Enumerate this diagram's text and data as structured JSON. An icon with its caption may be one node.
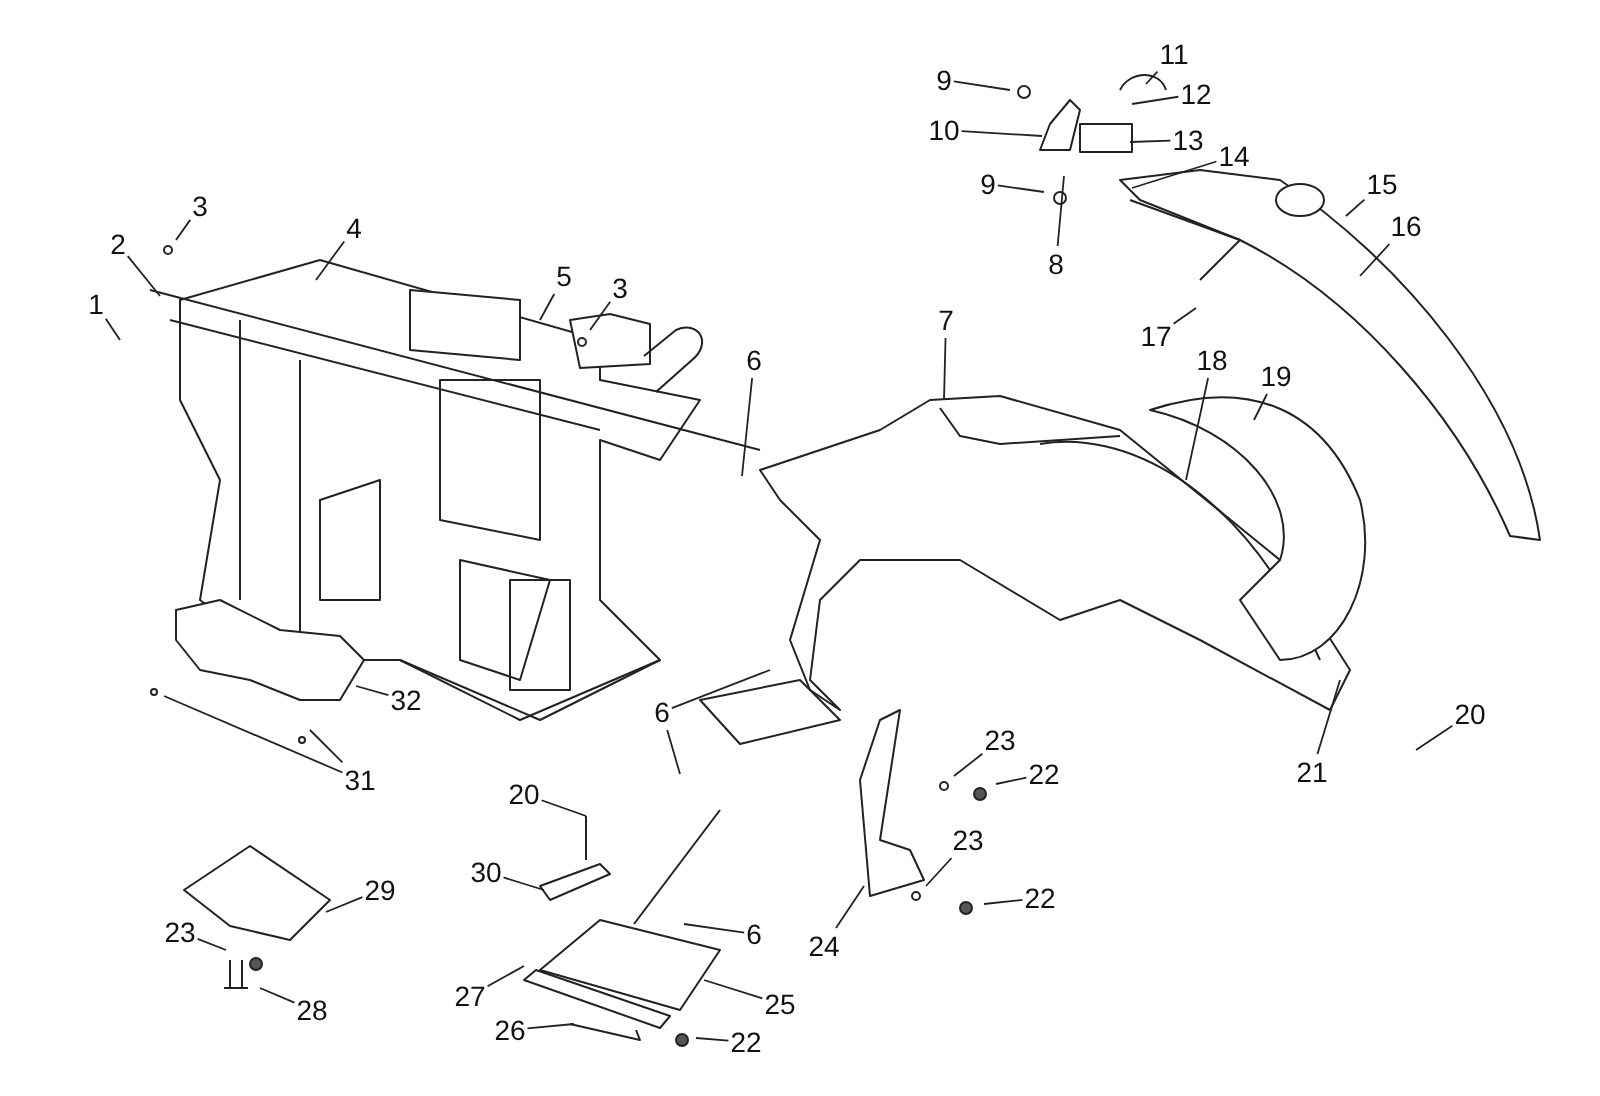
{
  "diagram": {
    "nodes": [
      {
        "text": [
          "1"
        ]
      },
      {
        "text": [
          "2"
        ]
      },
      {
        "text": [
          "3"
        ]
      },
      {
        "text": [
          "4"
        ]
      },
      {
        "text": [
          "5"
        ]
      },
      {
        "text": [
          "3"
        ]
      },
      {
        "text": [
          "6"
        ]
      },
      {
        "text": [
          "7"
        ]
      },
      {
        "text": [
          "9"
        ]
      },
      {
        "text": [
          "10"
        ]
      },
      {
        "text": [
          "9"
        ]
      },
      {
        "text": [
          "8"
        ]
      },
      {
        "text": [
          "11"
        ]
      },
      {
        "text": [
          "12"
        ]
      },
      {
        "text": [
          "13"
        ]
      },
      {
        "text": [
          "14"
        ]
      },
      {
        "text": [
          "15"
        ]
      },
      {
        "text": [
          "16"
        ]
      },
      {
        "text": [
          "17"
        ]
      },
      {
        "text": [
          "18"
        ]
      },
      {
        "text": [
          "19"
        ]
      },
      {
        "text": [
          "32"
        ]
      },
      {
        "text": [
          "6"
        ]
      },
      {
        "text": [
          "20"
        ]
      },
      {
        "text": [
          "23"
        ]
      },
      {
        "text": [
          "21"
        ]
      },
      {
        "text": [
          "31"
        ]
      },
      {
        "text": [
          "22"
        ]
      },
      {
        "text": [
          "20"
        ]
      },
      {
        "text": [
          "23"
        ]
      },
      {
        "text": [
          "30"
        ]
      },
      {
        "text": [
          "29"
        ]
      },
      {
        "text": [
          "22"
        ]
      },
      {
        "text": [
          "23"
        ]
      },
      {
        "text": [
          "6"
        ]
      },
      {
        "text": [
          "24"
        ]
      },
      {
        "text": [
          "27"
        ]
      },
      {
        "text": [
          "25"
        ]
      },
      {
        "text": [
          "28"
        ]
      },
      {
        "text": [
          "26"
        ]
      },
      {
        "text": [
          "22"
        ]
      }
    ],
    "edges": [
      {
        "from": 0,
        "to": null,
        "arrow": "none"
      },
      {
        "from": 1,
        "to": null,
        "arrow": "none"
      },
      {
        "from": 2,
        "to": null,
        "arrow": "none"
      },
      {
        "from": 3,
        "to": null,
        "arrow": "none"
      },
      {
        "from": 4,
        "to": null,
        "arrow": "none"
      },
      {
        "from": 5,
        "to": null,
        "arrow": "none"
      },
      {
        "from": 6,
        "to": null,
        "arrow": "none"
      },
      {
        "from": 7,
        "to": null,
        "arrow": "none"
      },
      {
        "from": 8,
        "to": null,
        "arrow": "none"
      },
      {
        "from": 9,
        "to": null,
        "arrow": "none"
      },
      {
        "from": 10,
        "to": null,
        "arrow": "none"
      },
      {
        "from": 11,
        "to": null,
        "arrow": "none"
      },
      {
        "from": 12,
        "to": null,
        "arrow": "none"
      },
      {
        "from": 13,
        "to": null,
        "arrow": "none"
      },
      {
        "from": 14,
        "to": null,
        "arrow": "none"
      },
      {
        "from": 15,
        "to": null,
        "arrow": "none"
      },
      {
        "from": 16,
        "to": null,
        "arrow": "none"
      },
      {
        "from": 17,
        "to": null,
        "arrow": "none"
      },
      {
        "from": 18,
        "to": null,
        "arrow": "none"
      },
      {
        "from": 19,
        "to": null,
        "arrow": "none"
      },
      {
        "from": 20,
        "to": null,
        "arrow": "none"
      },
      {
        "from": 21,
        "to": null,
        "arrow": "none"
      },
      {
        "from": 22,
        "to": null,
        "arrow": "none"
      },
      {
        "from": 22,
        "to": null,
        "arrow": "none"
      },
      {
        "from": 23,
        "to": null,
        "arrow": "none"
      },
      {
        "from": 24,
        "to": null,
        "arrow": "none"
      },
      {
        "from": 25,
        "to": null,
        "arrow": "none"
      },
      {
        "from": 26,
        "to": null,
        "arrow": "none"
      },
      {
        "from": 26,
        "to": null,
        "arrow": "none"
      },
      {
        "from": 27,
        "to": null,
        "arrow": "none"
      },
      {
        "from": 28,
        "to": null,
        "arrow": "none"
      },
      {
        "from": 29,
        "to": null,
        "arrow": "none"
      },
      {
        "from": 30,
        "to": null,
        "arrow": "none"
      },
      {
        "from": 31,
        "to": null,
        "arrow": "none"
      },
      {
        "from": 32,
        "to": null,
        "arrow": "none"
      },
      {
        "from": 33,
        "to": null,
        "arrow": "none"
      },
      {
        "from": 34,
        "to": null,
        "arrow": "none"
      },
      {
        "from": 35,
        "to": null,
        "arrow": "none"
      },
      {
        "from": 36,
        "to": null,
        "arrow": "none"
      },
      {
        "from": 37,
        "to": null,
        "arrow": "none"
      },
      {
        "from": 38,
        "to": null,
        "arrow": "none"
      },
      {
        "from": 39,
        "to": null,
        "arrow": "none"
      },
      {
        "from": 40,
        "to": null,
        "arrow": "none"
      }
    ]
  }
}
